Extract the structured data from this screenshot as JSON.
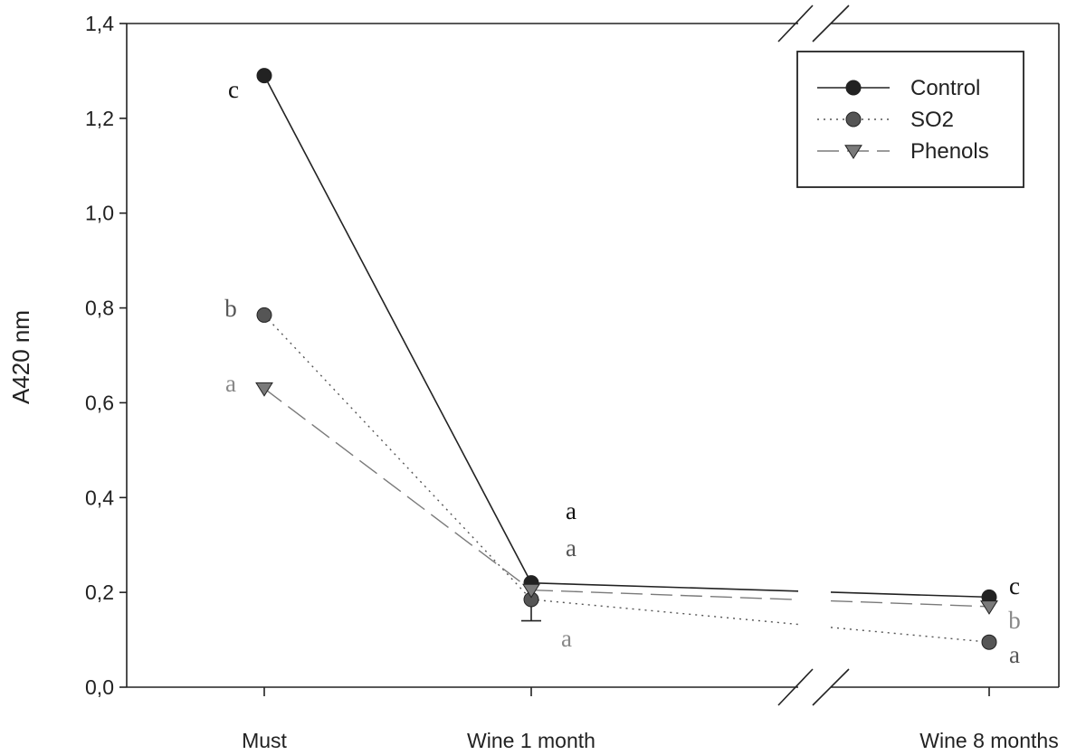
{
  "chart_data": {
    "type": "line",
    "ylabel": "A420 nm",
    "xlabel": "",
    "ylim": [
      0,
      1.4
    ],
    "yticks": [
      "0,0",
      "0,2",
      "0,4",
      "0,6",
      "0,8",
      "1,0",
      "1,2",
      "1,4"
    ],
    "categories": [
      "Must",
      "Wine 1 month",
      "Wine 8 months"
    ],
    "x_axis_break": true,
    "grid": false,
    "legend_position": "top-right",
    "series": [
      {
        "name": "Control",
        "line_style": "solid",
        "marker": "circle",
        "color": "#222222",
        "values": [
          1.29,
          0.22,
          0.19
        ],
        "error_bars": [
          0,
          0,
          0
        ],
        "letters": [
          "c",
          "a",
          "c"
        ]
      },
      {
        "name": "SO2",
        "line_style": "dotted",
        "marker": "circle",
        "color": "#555555",
        "values": [
          0.785,
          0.185,
          0.095
        ],
        "error_bars": [
          0,
          0.045,
          0
        ],
        "letters": [
          "b",
          "a",
          "a"
        ]
      },
      {
        "name": "Phenols",
        "line_style": "dashed",
        "marker": "triangle-down",
        "color": "#7a7a7a",
        "values": [
          0.63,
          0.205,
          0.17
        ],
        "error_bars": [
          0,
          0,
          0
        ],
        "letters": [
          "a",
          "a",
          "b"
        ]
      }
    ]
  }
}
